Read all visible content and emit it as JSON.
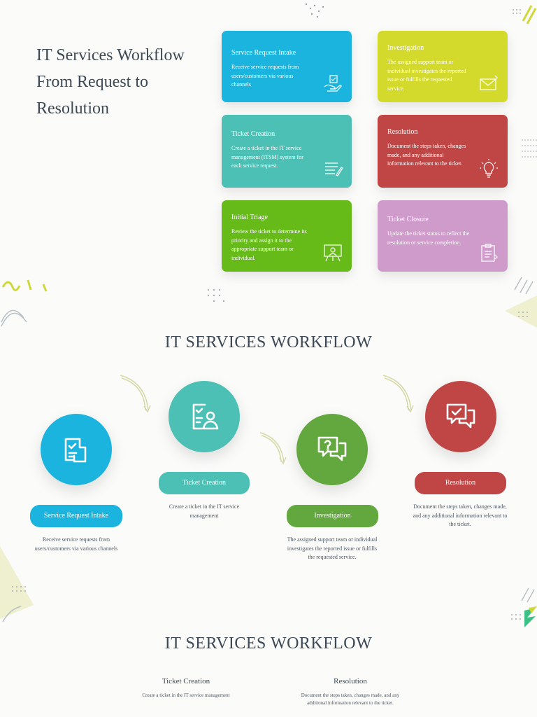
{
  "section1": {
    "title_lines": [
      "IT Services Workflow",
      "From Request to",
      "Resolution"
    ],
    "cards": [
      {
        "title": "Service Request Intake",
        "desc": "Receive service requests from users/customers via various channels",
        "color": "#1ab4de",
        "icon": "hand-heart-icon"
      },
      {
        "title": "Investigation",
        "desc": "The assigned support team or individual investigates the reported issue or fulfills the requested service.",
        "color": "#d3da2b",
        "icon": "email-icon"
      },
      {
        "title": "Ticket Creation",
        "desc": "Create a ticket in the IT service management (ITSM) system for each service request.",
        "color": "#4cc0b4",
        "icon": "list-pen-icon"
      },
      {
        "title": "Resolution",
        "desc": "Document the steps taken, changes made, and any additional information relevant to the ticket.",
        "color": "#c04646",
        "icon": "lightbulb-icon"
      },
      {
        "title": "Initial Triage",
        "desc": "Review the ticket to determine its priority and assign it to the appropriate support team or individual.",
        "color": "#66bb19",
        "icon": "presentation-icon"
      },
      {
        "title": "Ticket Closure",
        "desc": "Update the ticket status to reflect the resolution or service completion.",
        "color": "#cf9bcb",
        "icon": "clipboard-icon"
      }
    ]
  },
  "section2": {
    "title": "IT SERVICES WORKFLOW",
    "steps": [
      {
        "label": "Service Request Intake",
        "desc": "Receive service requests from users/customers via various channels",
        "color": "#1ab4de",
        "icon": "document-checklist-icon"
      },
      {
        "label": "Ticket Creation",
        "desc": "Create a ticket in the IT service management",
        "color": "#4cc0b4",
        "icon": "checklist-user-icon"
      },
      {
        "label": "Investigation",
        "desc": "The assigned support team or individual investigates the reported issue or fulfills the requested service.",
        "color": "#63a83e",
        "icon": "question-chat-icon"
      },
      {
        "label": "Resolution",
        "desc": "Document the steps taken, changes made, and any additional information relevant to the ticket.",
        "color": "#c04646",
        "icon": "check-chat-icon"
      }
    ]
  },
  "section3": {
    "title": "IT SERVICES WORKFLOW",
    "items": [
      {
        "title": "Ticket Creation",
        "desc": "Create a ticket in the IT service management"
      },
      {
        "title": "Resolution",
        "desc": "Document the steps taken, changes made, and any additional information relevant to the ticket."
      }
    ]
  }
}
